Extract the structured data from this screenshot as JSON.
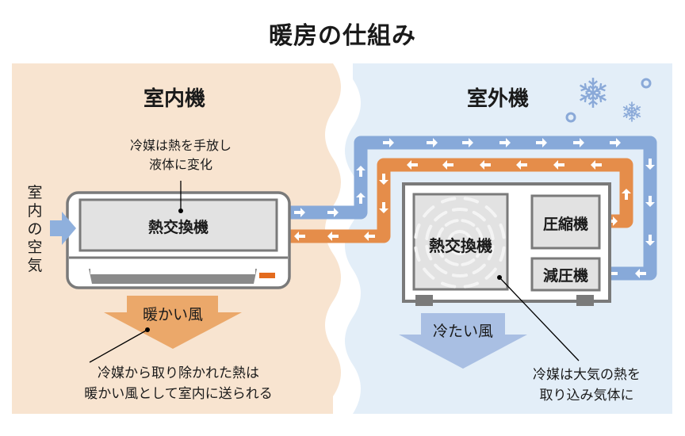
{
  "title": "暖房の仕組み",
  "colors": {
    "indoor_bg": "#f8e4d0",
    "outdoor_bg": "#e3eef8",
    "blue_pipe": "#87a9d9",
    "orange_pipe": "#e58d4a",
    "unit_border": "#7a7a7a",
    "box_fill": "#e2e2e2",
    "warm_wind": "#eba86a",
    "cold_wind": "#a9bfe3",
    "snow": "#8aa9d8"
  },
  "indoor": {
    "heading": "室内機",
    "note_lines": [
      "冷媒は熱を手放し",
      "液体に変化"
    ],
    "heat_exchanger_label": "熱交換機",
    "intake_label": "室内の空気",
    "wind_label": "暖かい風",
    "bottom_note_lines": [
      "冷媒から取り除かれた熱は",
      "暖かい風として室内に送られる"
    ]
  },
  "outdoor": {
    "heading": "室外機",
    "heat_exchanger_label": "熱交換機",
    "compressor_label": "圧縮機",
    "expansion_label": "減圧機",
    "wind_label": "冷たい風",
    "bottom_note_lines": [
      "冷媒は大気の熱を",
      "取り込み気体に"
    ]
  },
  "decorations": {
    "icons": [
      "snowflake-icon",
      "snowflake-icon",
      "circle-icon",
      "circle-icon"
    ]
  }
}
